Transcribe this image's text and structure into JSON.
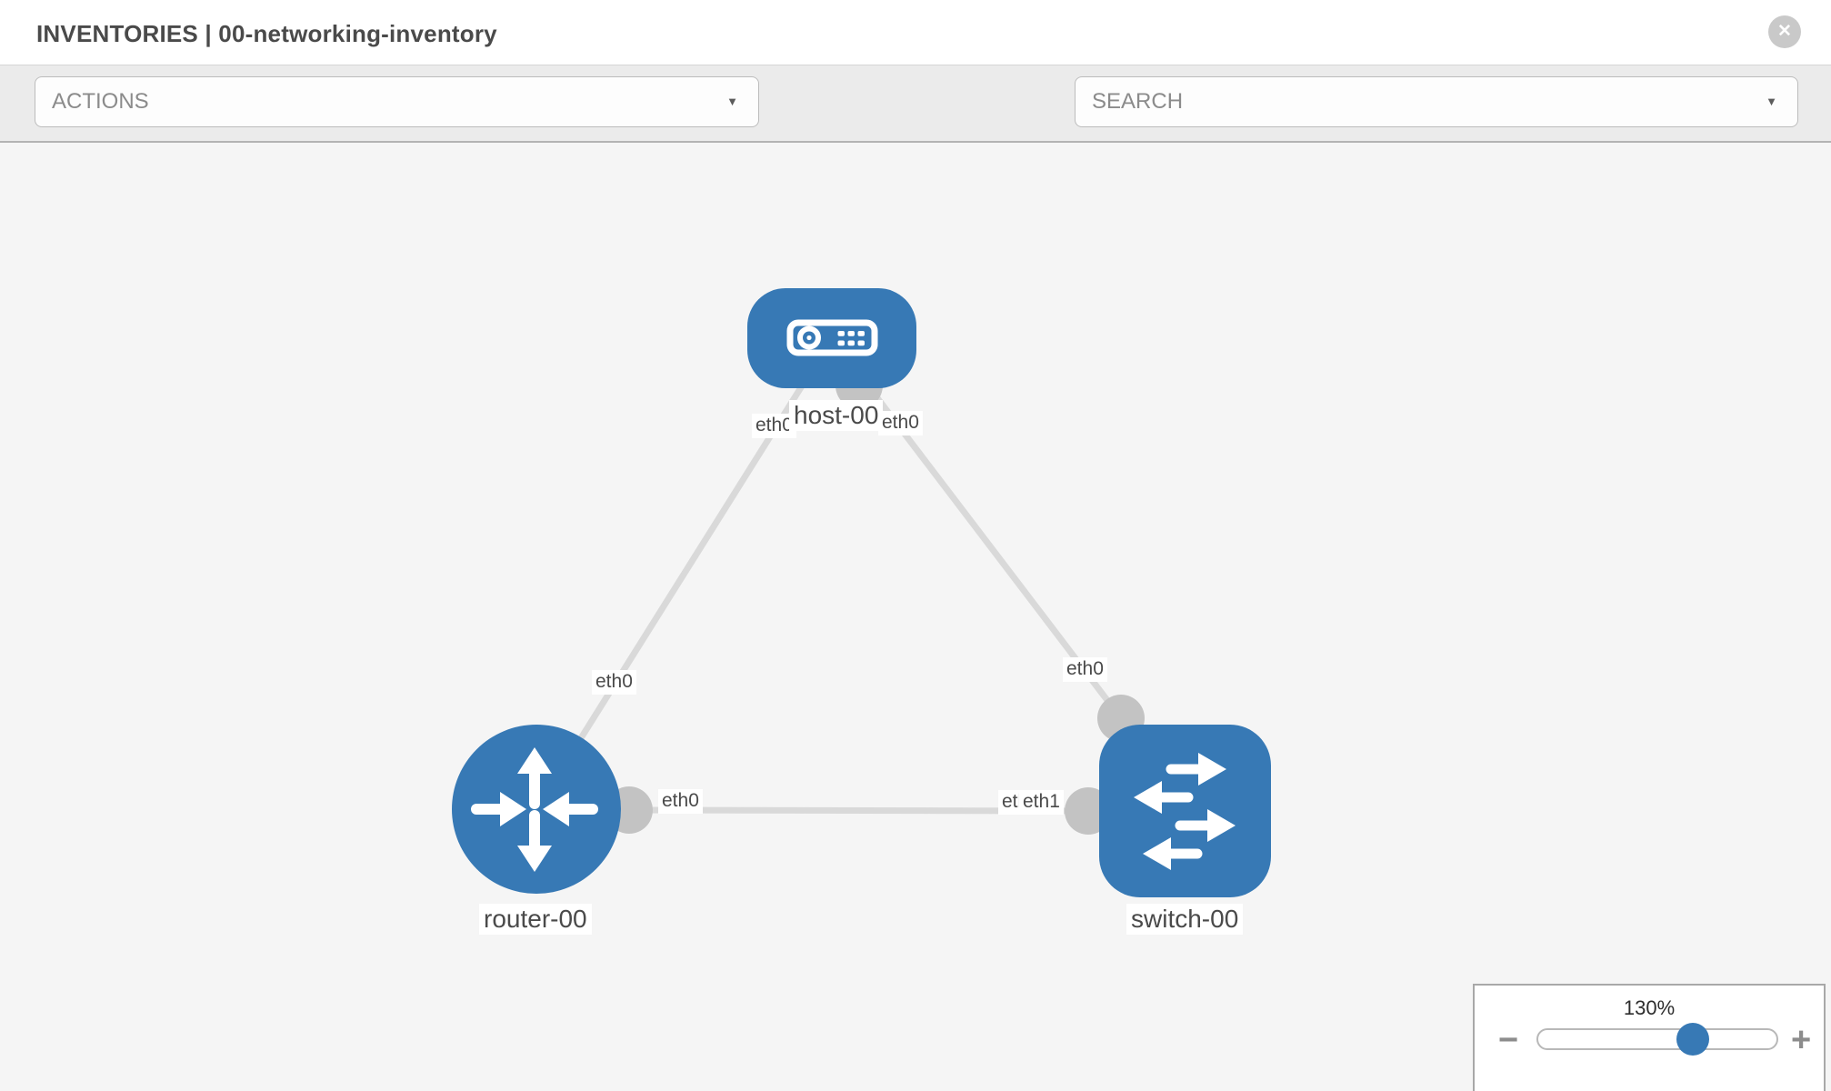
{
  "header": {
    "title": "INVENTORIES | 00-networking-inventory"
  },
  "toolbar": {
    "actions_label": "ACTIONS",
    "search_placeholder": "SEARCH"
  },
  "icons": {
    "chevron_down": "▼",
    "close": "✕",
    "minus": "−",
    "plus": "+",
    "toolbar_icons": [
      "wrench-icon",
      "key-icon"
    ]
  },
  "topology": {
    "nodes": [
      {
        "label": "host-00",
        "type": "host"
      },
      {
        "label": "router-00",
        "type": "router"
      },
      {
        "label": "switch-00",
        "type": "switch"
      }
    ],
    "links": [
      {
        "from": "host-00",
        "to": "router-00",
        "from_label": "eth0",
        "to_label": "eth0"
      },
      {
        "from": "host-00",
        "to": "switch-00",
        "from_label": "eth0",
        "to_label": "eth0"
      },
      {
        "from": "router-00",
        "to": "switch-00",
        "from_label": "eth0",
        "to_label": "eth1"
      }
    ],
    "interface_labels": {
      "host_left": "eth0",
      "host_right": "eth0",
      "router_link": "eth0",
      "router_right": "eth0",
      "switch_top": "eth0",
      "switch_left_under": "eth0",
      "switch_left_over": "eth1",
      "switch_left_visible_composite": "etleth1"
    }
  },
  "zoom_panel": {
    "level": "130%",
    "percent": 130
  },
  "colors": {
    "node_blue": "#3779b5",
    "link_gray": "#d9d9d9",
    "interface_gray": "#c3c3c3",
    "toolbar_bg": "#ebebeb",
    "canvas_bg": "#f5f5f5"
  }
}
